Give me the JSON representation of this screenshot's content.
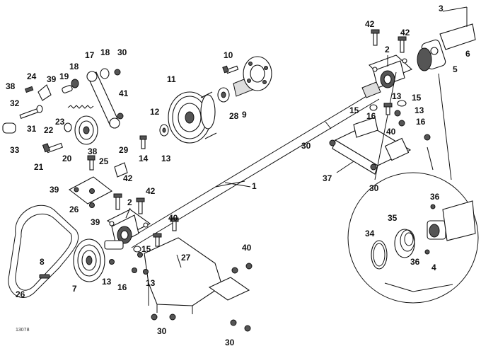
{
  "figure_id": "13078",
  "callouts": [
    "1",
    "2",
    "2",
    "3",
    "4",
    "5",
    "6",
    "7",
    "8",
    "9",
    "10",
    "11",
    "12",
    "13",
    "13",
    "13",
    "13",
    "13",
    "14",
    "15",
    "15",
    "15",
    "16",
    "16",
    "16",
    "17",
    "18",
    "18",
    "19",
    "20",
    "21",
    "22",
    "23",
    "24",
    "25",
    "26",
    "26",
    "27",
    "28",
    "29",
    "30",
    "30",
    "30",
    "30",
    "30",
    "31",
    "32",
    "33",
    "34",
    "35",
    "36",
    "36",
    "37",
    "38",
    "38",
    "39",
    "39",
    "39",
    "40",
    "40",
    "40",
    "41",
    "42",
    "42",
    "42",
    "42"
  ]
}
